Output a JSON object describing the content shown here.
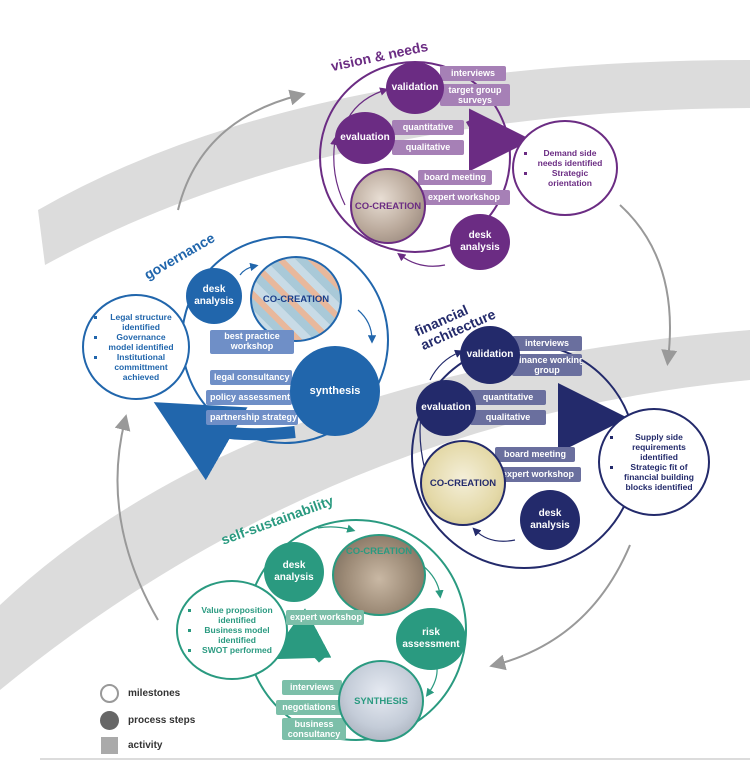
{
  "colors": {
    "purple": "#6b2c83",
    "purple_light": "#a680b6",
    "navy": "#232a6b",
    "navy_light": "#6a6f9e",
    "blue": "#2166ac",
    "blue_light": "#6f8fc7",
    "teal": "#2a9a80",
    "teal_light": "#7cbfa9",
    "activity": "#d9d9d9"
  },
  "vision": {
    "title": "vision & needs",
    "validation": "validation",
    "evaluation": "evaluation",
    "desk": "desk\nanalysis",
    "cocreation": "CO-CREATION",
    "bars": [
      "interviews",
      "target group\nsurveys",
      "quantitative",
      "qualitative",
      "board meeting",
      "expert workshop"
    ],
    "milestones": [
      "Demand side needs identified",
      "Strategic orientation"
    ]
  },
  "governance": {
    "title": "governance",
    "desk": "desk\nanalysis",
    "cocreation": "CO-CREATION",
    "synthesis": "synthesis",
    "bars": [
      "best practice\nworkshop",
      "legal consultancy",
      "policy assessment",
      "partnership strategy"
    ],
    "milestones": [
      "Legal structure identified",
      "Governance model identified",
      "Institutional committment achieved"
    ]
  },
  "financial": {
    "title": "financial\narchitecture",
    "validation": "validation",
    "evaluation": "evaluation",
    "desk": "desk\nanalysis",
    "cocreation": "CO-CREATION",
    "bars": [
      "interviews",
      "finance working\ngroup",
      "quantitative",
      "qualitative",
      "board meeting",
      "expert workshop"
    ],
    "milestones": [
      "Supply side requirements identified",
      "Strategic fit of financial building blocks identified"
    ]
  },
  "selfsustain": {
    "title": "self-sustainability",
    "desk": "desk\nanalysis",
    "cocreation": "CO-CREATION",
    "risk": "risk\nassessment",
    "synthesis": "SYNTHESIS",
    "bars": [
      "expert workshop",
      "interviews",
      "negotiations",
      "business\nconsultancy"
    ],
    "milestones": [
      "Value proposition identified",
      "Business model identified",
      "SWOT performed"
    ]
  },
  "legend": {
    "milestones": "milestones",
    "process": "process steps",
    "activity": "activity"
  }
}
